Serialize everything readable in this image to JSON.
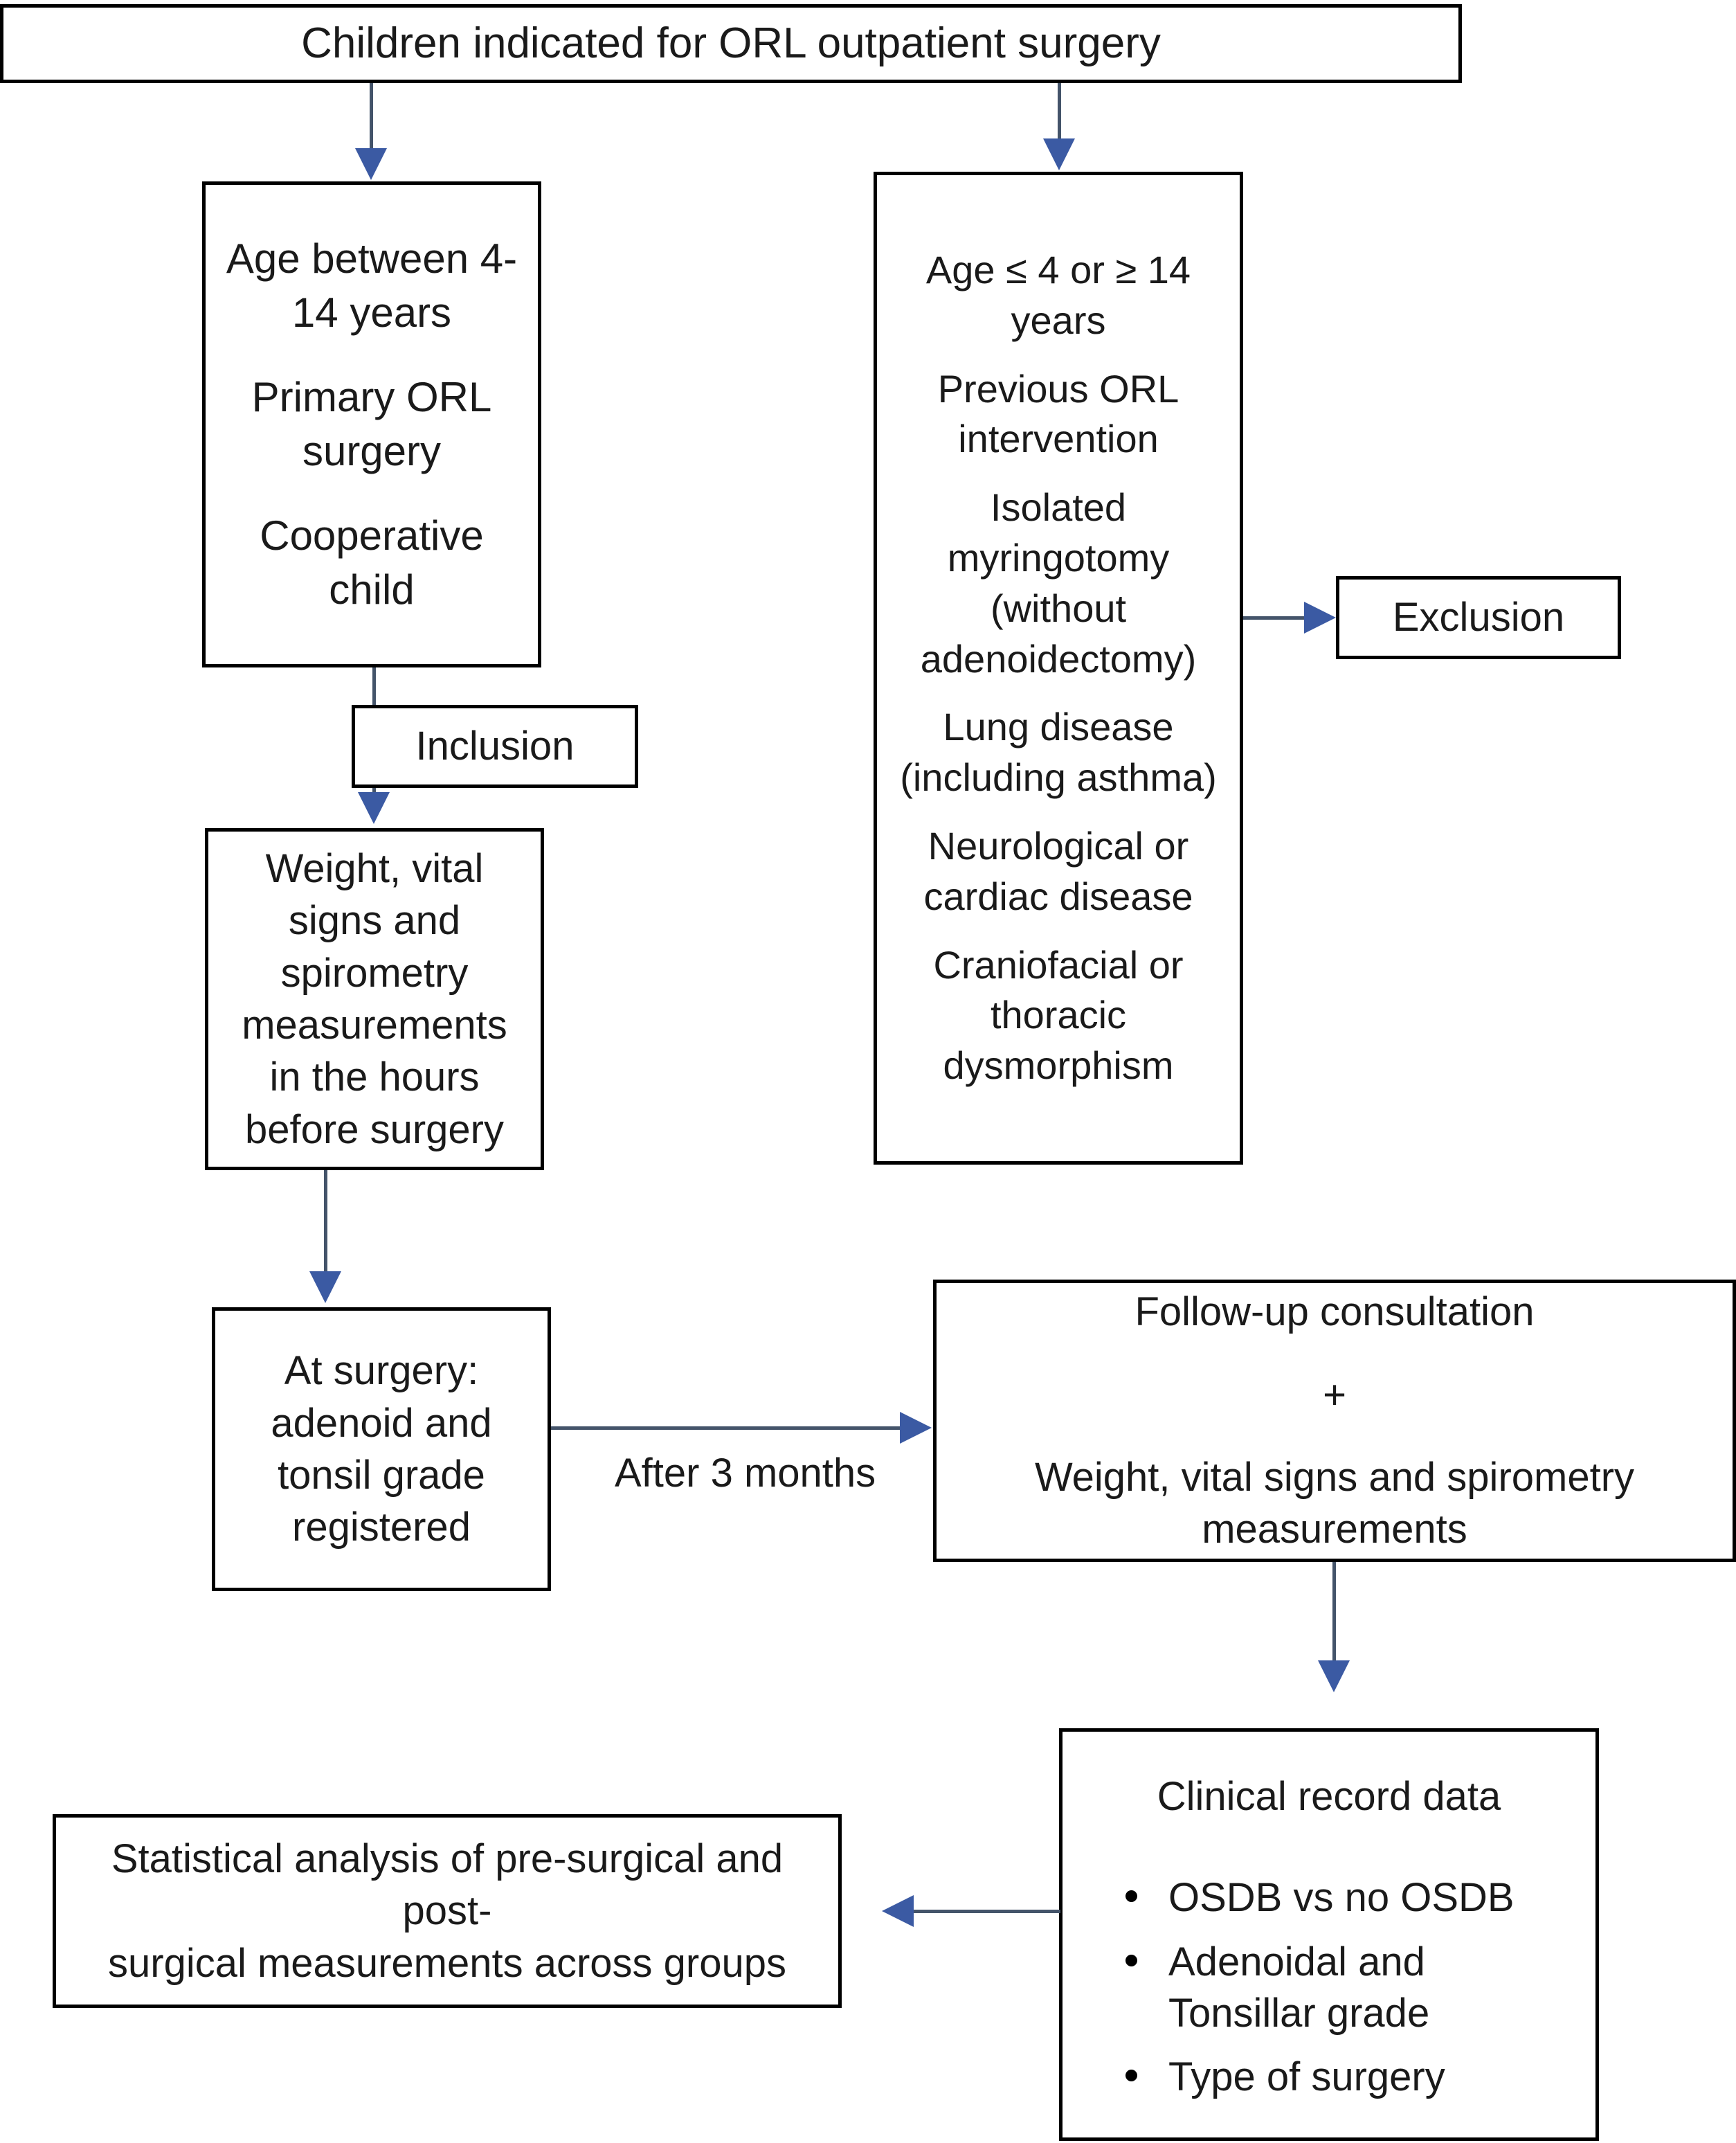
{
  "diagram": {
    "title": "Study flow diagram for ORL outpatient surgery in children",
    "accent_arrow_color": "#3b5aa3",
    "line_color": "#44546a",
    "box_border_color": "#000000",
    "background_color": "#ffffff"
  },
  "nodes": {
    "top": {
      "label": "Children indicated for ORL outpatient surgery"
    },
    "inclusion_criteria": {
      "lines": [
        "Age between 4-",
        "14 years",
        "Primary ORL",
        "surgery",
        "Cooperative child"
      ],
      "item1_a": "Age between 4-",
      "item1_b": "14 years",
      "item2_a": "Primary ORL",
      "item2_b": "surgery",
      "item3": "Cooperative child"
    },
    "exclusion_criteria": {
      "item1_a": "Age ≤ 4 or ≥ 14",
      "item1_b": "years",
      "item2_a": "Previous ORL",
      "item2_b": "intervention",
      "item3_a": "Isolated",
      "item3_b": "myringotomy",
      "item3_c": "(without",
      "item3_d": "adenoidectomy)",
      "item4_a": "Lung disease",
      "item4_b": "(including asthma)",
      "item5_a": "Neurological or",
      "item5_b": "cardiac disease",
      "item6_a": "Craniofacial or",
      "item6_b": "thoracic",
      "item6_c": "dysmorphism"
    },
    "inclusion_label": {
      "label": "Inclusion"
    },
    "exclusion_label": {
      "label": "Exclusion"
    },
    "preop_measurements": {
      "line1": "Weight, vital",
      "line2": "signs and",
      "line3": "spirometry",
      "line4": "measurements",
      "line5": "in the hours",
      "line6": "before surgery"
    },
    "at_surgery": {
      "line1": "At surgery:",
      "line2": "adenoid and",
      "line3": "tonsil grade",
      "line4": "registered"
    },
    "followup": {
      "line1": "Follow-up consultation",
      "plus": "+",
      "line2": "Weight, vital signs and spirometry",
      "line3": "measurements"
    },
    "clinical_record": {
      "heading": "Clinical record data",
      "bullets": [
        "OSDB vs no OSDB",
        "Adenoidal and Tonsillar grade",
        "Type of surgery"
      ]
    },
    "statistical_analysis": {
      "line1": "Statistical analysis of pre-surgical and post-",
      "line2": "surgical measurements across groups"
    }
  },
  "edges": {
    "top_to_inclusion": {
      "label": ""
    },
    "top_to_exclusion": {
      "label": ""
    },
    "inclusion_to_preop": {
      "label": ""
    },
    "exclusion_to_exclusion_label": {
      "label": ""
    },
    "preop_to_at_surgery": {
      "label": ""
    },
    "at_surgery_to_followup": {
      "label": "After 3 months"
    },
    "followup_to_clinical_record": {
      "label": ""
    },
    "clinical_record_to_statistical": {
      "label": ""
    }
  }
}
